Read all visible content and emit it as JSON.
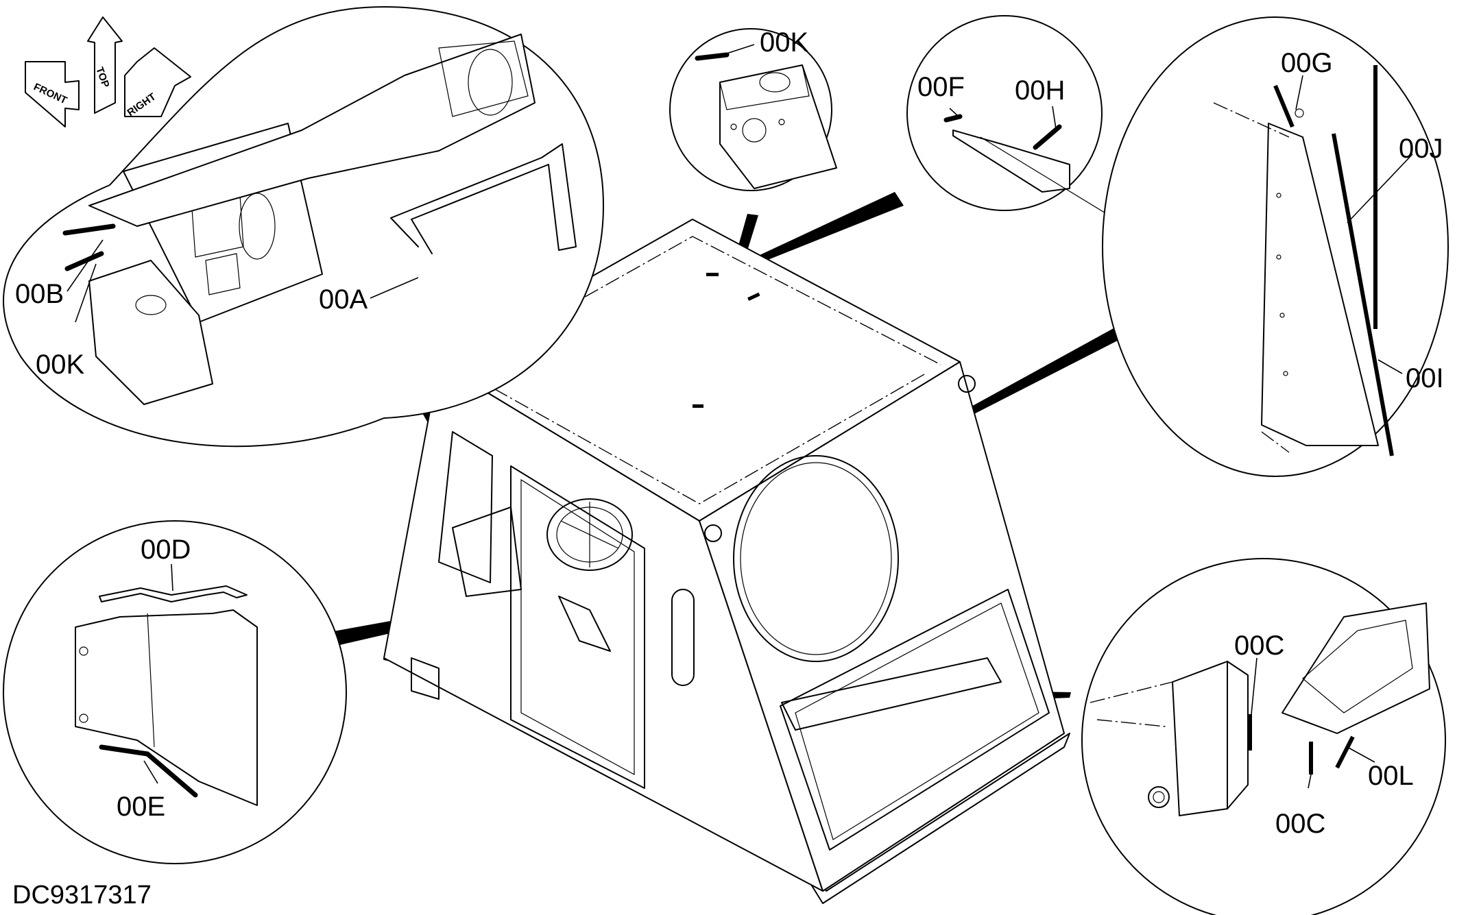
{
  "drawing": {
    "code": "DC9317317",
    "orientation": {
      "front": "FRONT",
      "top": "TOP",
      "right": "RIGHT"
    },
    "callouts": [
      {
        "id": "00A",
        "label": "00A"
      },
      {
        "id": "00B",
        "label": "00B"
      },
      {
        "id": "00K-left",
        "label": "00K"
      },
      {
        "id": "00K-top",
        "label": "00K"
      },
      {
        "id": "00F",
        "label": "00F"
      },
      {
        "id": "00H",
        "label": "00H"
      },
      {
        "id": "00G",
        "label": "00G"
      },
      {
        "id": "00J",
        "label": "00J"
      },
      {
        "id": "00I",
        "label": "00I"
      },
      {
        "id": "00D",
        "label": "00D"
      },
      {
        "id": "00E",
        "label": "00E"
      },
      {
        "id": "00C-top",
        "label": "00C"
      },
      {
        "id": "00C-bottom",
        "label": "00C"
      },
      {
        "id": "00L",
        "label": "00L"
      }
    ]
  }
}
